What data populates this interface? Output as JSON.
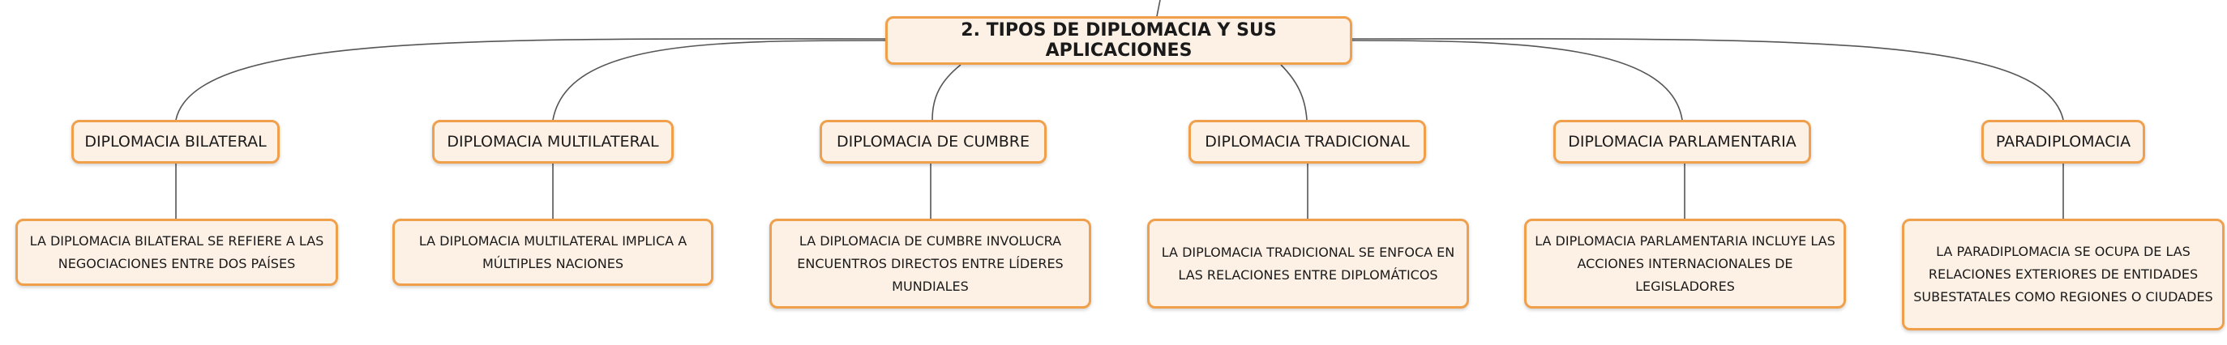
{
  "diagram": {
    "root": {
      "label": "2. TIPOS DE DIPLOMACIA Y SUS APLICACIONES"
    },
    "topics": [
      {
        "label": "DIPLOMACIA BILATERAL",
        "detail": "LA DIPLOMACIA BILATERAL SE REFIERE A LAS NEGOCIACIONES ENTRE DOS PAÍSES"
      },
      {
        "label": "DIPLOMACIA MULTILATERAL",
        "detail": "LA DIPLOMACIA MULTILATERAL IMPLICA A MÚLTIPLES NACIONES"
      },
      {
        "label": "DIPLOMACIA DE CUMBRE",
        "detail": "LA DIPLOMACIA DE CUMBRE INVOLUCRA ENCUENTROS DIRECTOS ENTRE LÍDERES MUNDIALES"
      },
      {
        "label": "DIPLOMACIA TRADICIONAL",
        "detail": "LA DIPLOMACIA TRADICIONAL SE ENFOCA EN LAS RELACIONES ENTRE DIPLOMÁTICOS"
      },
      {
        "label": "DIPLOMACIA PARLAMENTARIA",
        "detail": "LA DIPLOMACIA PARLAMENTARIA INCLUYE LAS ACCIONES INTERNACIONALES DE LEGISLADORES"
      },
      {
        "label": "PARADIPLOMACIA",
        "detail": "LA PARADIPLOMACIA SE OCUPA DE LAS RELACIONES EXTERIORES DE ENTIDADES SUBESTATALES COMO REGIONES O CIUDADES"
      }
    ]
  },
  "colors": {
    "node_border": "#f0a04b",
    "node_fill": "#fdf1e6",
    "connector": "#555555"
  }
}
